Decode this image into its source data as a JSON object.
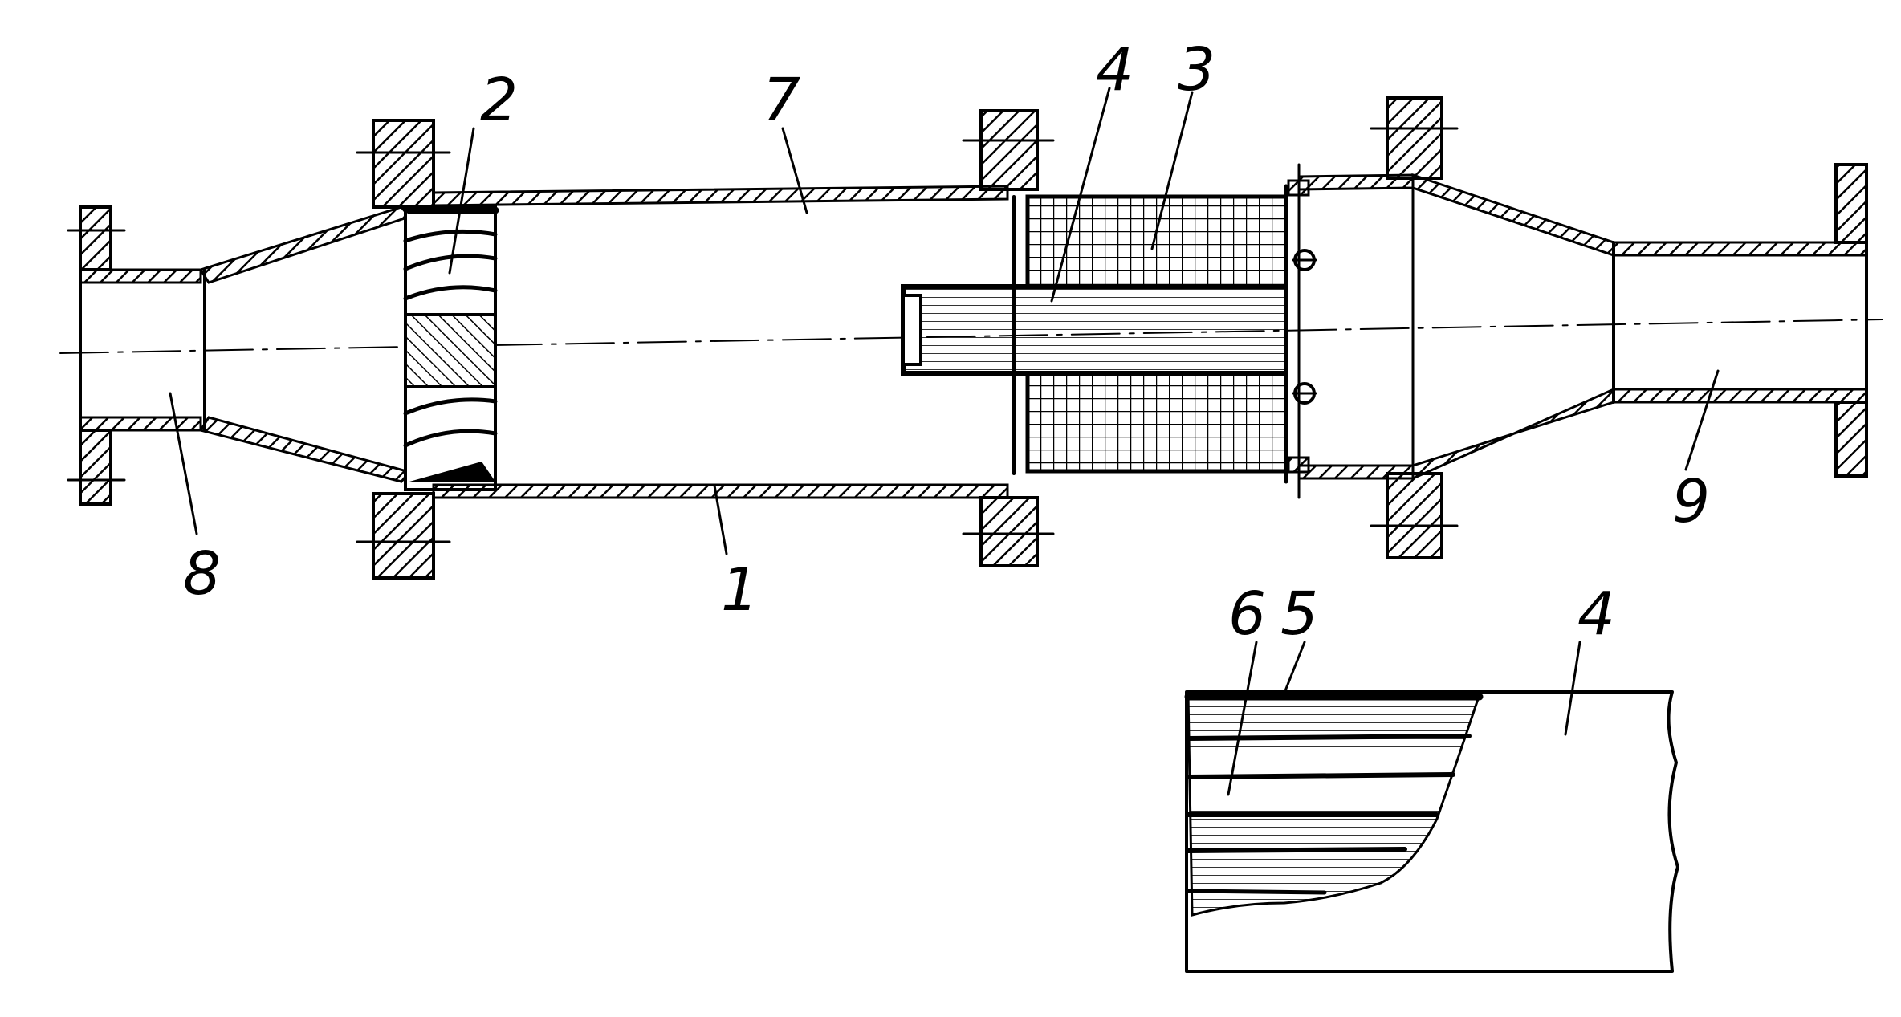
{
  "figure": {
    "callouts": {
      "housing": "1",
      "swirler": "2",
      "mesh_filter": "3",
      "cartridge": "4",
      "layer_5": "5",
      "layer_6": "6",
      "chamber": "7",
      "inlet": "8",
      "outlet": "9"
    },
    "detail": {
      "callouts": {
        "layer_6": "6",
        "layer_5": "5",
        "cartridge": "4"
      }
    }
  }
}
